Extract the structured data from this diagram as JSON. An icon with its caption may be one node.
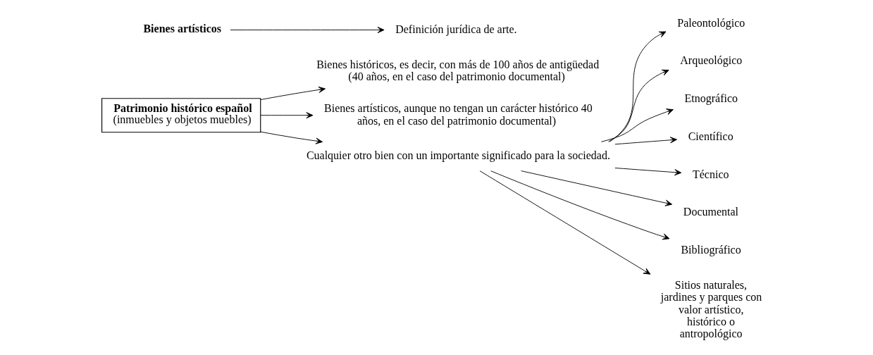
{
  "diagram": {
    "nodes": [
      {
        "text": [
          "Patrimonio histórico español",
          "(inmuebles y objetos muebles)"
        ]
      },
      {
        "text": [
          "Bienes históricos, es decir, con más de 100 años de antigüedad (40 años, en el caso del patrimonio documental)"
        ]
      },
      {
        "text": [
          "Bienes artísticos, aunque no tengan un carácter histórico 40 años, en el caso del patrimonio documental)"
        ]
      },
      {
        "text": [
          "Cualquier otro bien con un importante significado para la sociedad."
        ]
      },
      {
        "text": [
          "Paleontológico"
        ]
      },
      {
        "text": [
          "Arqueológico"
        ]
      },
      {
        "text": [
          "Etnográfico"
        ]
      },
      {
        "text": [
          "Científico"
        ]
      },
      {
        "text": [
          "Técnico"
        ]
      },
      {
        "text": [
          "Documental"
        ]
      },
      {
        "text": [
          "Bibliográfico"
        ]
      },
      {
        "text": [
          "Sitios naturales, jardines y parques con valor artístico, histórico o antropológico"
        ]
      },
      {
        "text": [
          "Bienes artísticos"
        ]
      },
      {
        "text": [
          "Definición jurídica de arte."
        ]
      }
    ],
    "edges": [
      {
        "from": 0,
        "to": 1,
        "arrow": "to"
      },
      {
        "from": 0,
        "to": 2,
        "arrow": "to"
      },
      {
        "from": 0,
        "to": 3,
        "arrow": "to"
      },
      {
        "from": 3,
        "to": 4,
        "arrow": "to"
      },
      {
        "from": 3,
        "to": 5,
        "arrow": "to"
      },
      {
        "from": 3,
        "to": 6,
        "arrow": "to"
      },
      {
        "from": 3,
        "to": 7,
        "arrow": "to"
      },
      {
        "from": 3,
        "to": 8,
        "arrow": "to"
      },
      {
        "from": 3,
        "to": 9,
        "arrow": "to"
      },
      {
        "from": 3,
        "to": 10,
        "arrow": "to"
      },
      {
        "from": 3,
        "to": 11,
        "arrow": "to"
      },
      {
        "from": 12,
        "to": 13,
        "arrow": "to"
      }
    ]
  }
}
